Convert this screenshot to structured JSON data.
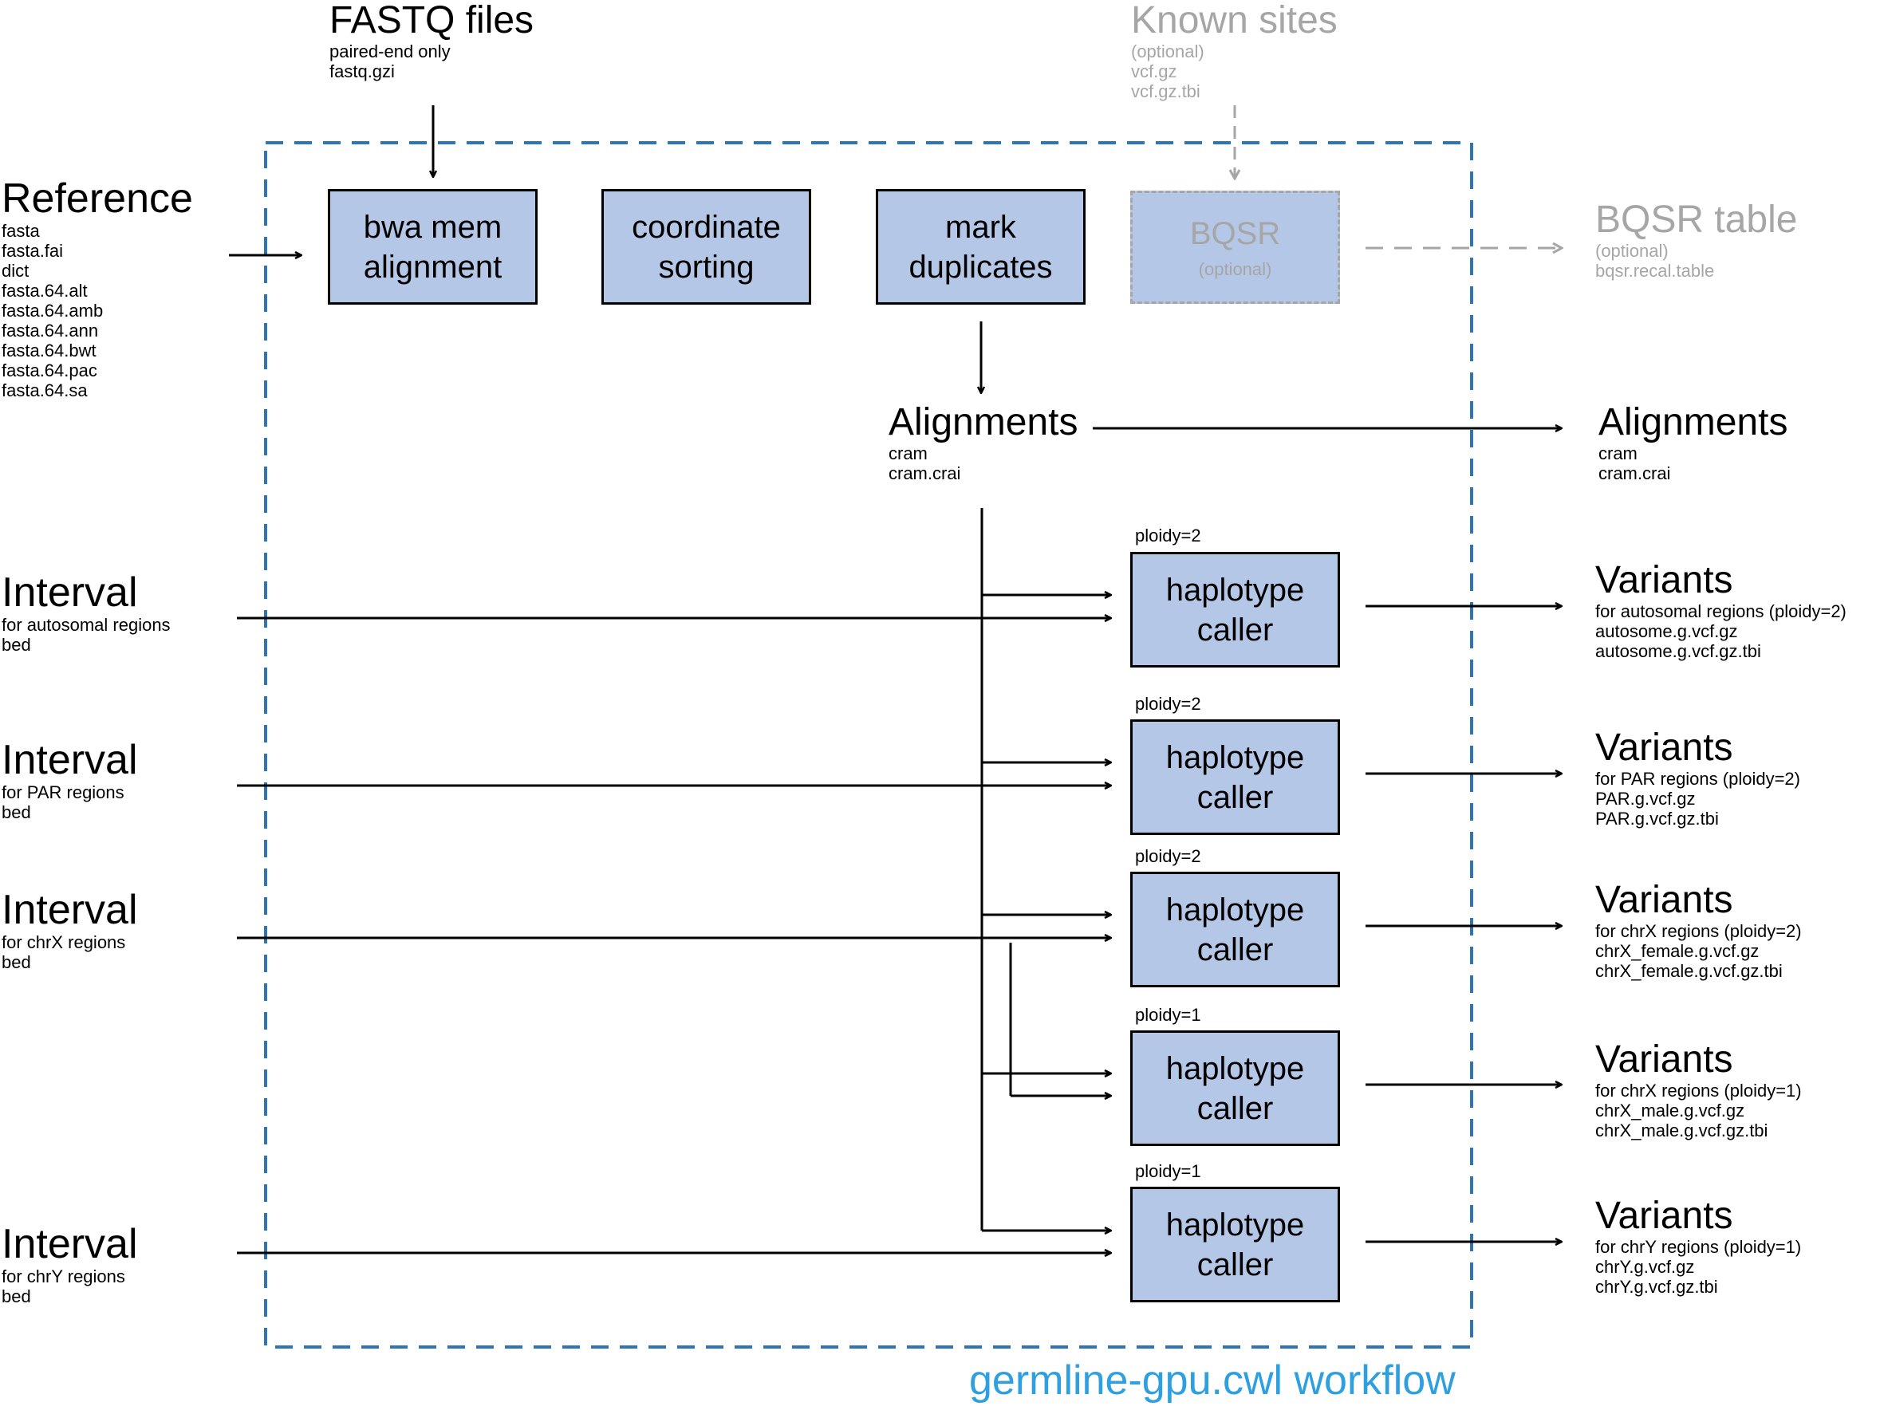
{
  "inputs": {
    "fastq": {
      "title": "FASTQ files",
      "lines": [
        "paired-end only",
        "fastq.gzi"
      ]
    },
    "known_sites": {
      "title": "Known sites",
      "lines": [
        "(optional)",
        "vcf.gz",
        "vcf.gz.tbi"
      ]
    },
    "reference": {
      "title": "Reference",
      "lines": [
        "fasta",
        "fasta.fai",
        "dict",
        "fasta.64.alt",
        "fasta.64.amb",
        "fasta.64.ann",
        "fasta.64.bwt",
        "fasta.64.pac",
        "fasta.64.sa"
      ]
    },
    "intervals": [
      {
        "title": "Interval",
        "desc": "for autosomal regions",
        "ext": "bed"
      },
      {
        "title": "Interval",
        "desc": "for PAR regions",
        "ext": "bed"
      },
      {
        "title": "Interval",
        "desc": "for chrX regions",
        "ext": "bed"
      },
      {
        "title": "Interval",
        "desc": "for chrY regions",
        "ext": "bed"
      }
    ]
  },
  "steps": {
    "bwa": {
      "line1": "bwa mem",
      "line2": "alignment"
    },
    "sort": {
      "line1": "coordinate",
      "line2": "sorting"
    },
    "markdup": {
      "line1": "mark",
      "line2": "duplicates"
    },
    "bqsr": {
      "line1": "BQSR",
      "line2": "(optional)"
    },
    "haplotype": [
      {
        "ploidy": "ploidy=2",
        "line1": "haplotype",
        "line2": "caller"
      },
      {
        "ploidy": "ploidy=2",
        "line1": "haplotype",
        "line2": "caller"
      },
      {
        "ploidy": "ploidy=2",
        "line1": "haplotype",
        "line2": "caller"
      },
      {
        "ploidy": "ploidy=1",
        "line1": "haplotype",
        "line2": "caller"
      },
      {
        "ploidy": "ploidy=1",
        "line1": "haplotype",
        "line2": "caller"
      }
    ]
  },
  "intermediate": {
    "alignments": {
      "title": "Alignments",
      "lines": [
        "cram",
        "cram.crai"
      ]
    }
  },
  "outputs": {
    "bqsr_table": {
      "title": "BQSR table",
      "lines": [
        "(optional)",
        "bqsr.recal.table"
      ]
    },
    "alignments": {
      "title": "Alignments",
      "lines": [
        "cram",
        "cram.crai"
      ]
    },
    "variants": [
      {
        "title": "Variants",
        "desc": "for autosomal regions (ploidy=2)",
        "file1": "autosome.g.vcf.gz",
        "file2": "autosome.g.vcf.gz.tbi"
      },
      {
        "title": "Variants",
        "desc": "for PAR regions (ploidy=2)",
        "file1": "PAR.g.vcf.gz",
        "file2": "PAR.g.vcf.gz.tbi"
      },
      {
        "title": "Variants",
        "desc": "for chrX regions (ploidy=2)",
        "file1": "chrX_female.g.vcf.gz",
        "file2": "chrX_female.g.vcf.gz.tbi"
      },
      {
        "title": "Variants",
        "desc": "for chrX regions (ploidy=1)",
        "file1": "chrX_male.g.vcf.gz",
        "file2": "chrX_male.g.vcf.gz.tbi"
      },
      {
        "title": "Variants",
        "desc": "for chrY regions (ploidy=1)",
        "file1": "chrY.g.vcf.gz",
        "file2": "chrY.g.vcf.gz.tbi"
      }
    ]
  },
  "workflow_label": "germline-gpu.cwl workflow",
  "colors": {
    "box_fill": "#b4c7e7",
    "workflow_border": "#2e75b6",
    "workflow_text": "#2e9fdf",
    "optional": "#a6a6a6"
  }
}
